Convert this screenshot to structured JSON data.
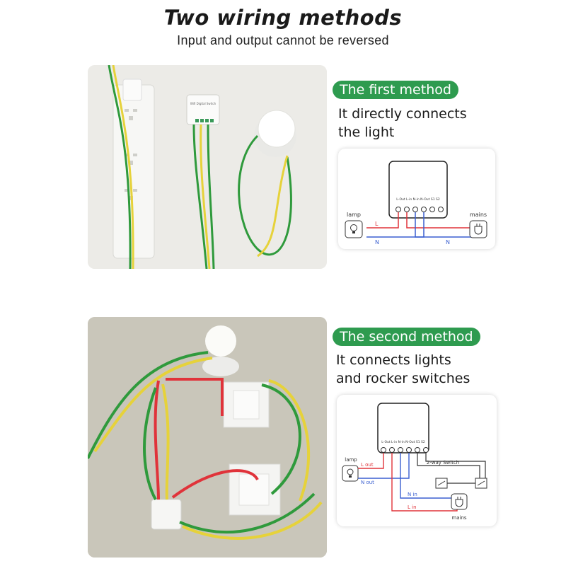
{
  "header": {
    "title": "Two wiring methods",
    "subtitle": "Input and output cannot be reversed"
  },
  "method1": {
    "badge": "The first method",
    "description_line1": "It directly connects",
    "description_line2": "the light",
    "diagram": {
      "terminals": "L-Out  L-in    N-in  N-Out   S1     S2",
      "lamp_label": "lamp",
      "mains_label": "mains",
      "line_label": "L",
      "neutral_label": "N"
    }
  },
  "method2": {
    "badge": "The second method",
    "description_line1": "It connects lights",
    "description_line2": "and rocker switches",
    "diagram": {
      "terminals": "L-Out  L-in   N-in  N-Out   S1    S2",
      "lamp_label": "lamp",
      "mains_label": "mains",
      "switch_label": "2-way Switch",
      "l_out": "L out",
      "n_out": "N out",
      "n_in": "N in",
      "l_in": "L in"
    }
  },
  "photo1_device_label": "Wifi Digital Switch",
  "colors": {
    "accent_green": "#2e9b4f",
    "wire_red": "#e0333a",
    "wire_blue": "#3a5fd0",
    "wire_yellow": "#e6d23a",
    "wire_green": "#2f9a3c"
  }
}
